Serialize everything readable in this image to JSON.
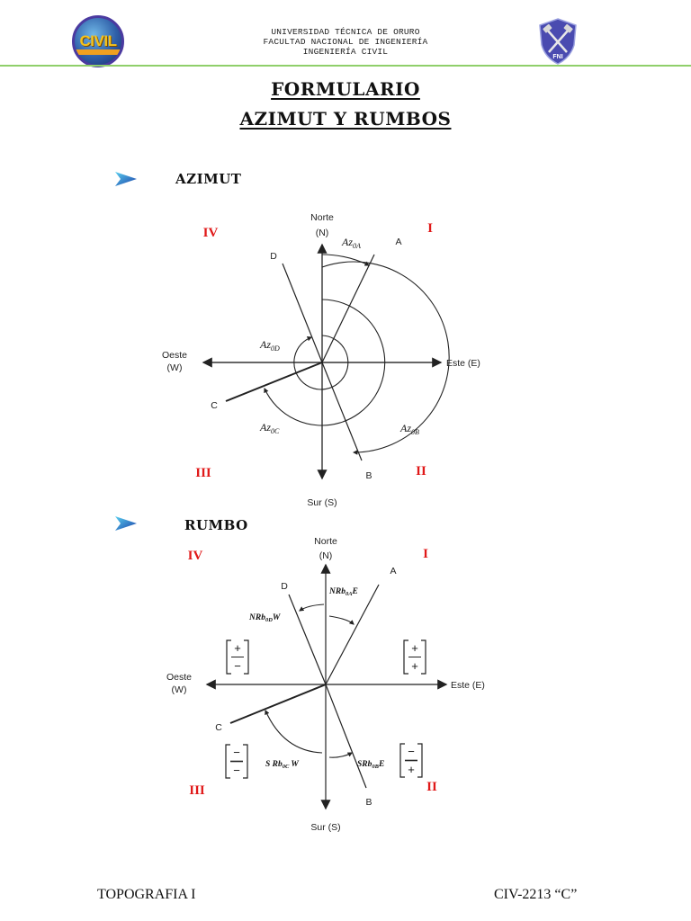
{
  "header": {
    "lines": [
      "UNIVERSIDAD TÉCNICA DE ORURO",
      "FACULTAD NACIONAL DE INGENIERÍA",
      "INGENIERÍA CIVIL"
    ],
    "left_logo": {
      "text": "CIVIL",
      "icon": "civil-logo-icon"
    },
    "right_logo": {
      "text": "FNI",
      "icon": "fni-shield-icon"
    },
    "line_color": "#8fcf6a"
  },
  "title": {
    "line1": "FORMULARIO",
    "line2": "AZIMUT Y RUMBOS"
  },
  "sections": {
    "azimut": {
      "heading": "AZIMUT",
      "bullet_icon": "arrow-bullet-icon",
      "diagram": {
        "north": "Norte",
        "north_abbr": "(N)",
        "south": "Sur (S)",
        "east": "Este (E)",
        "west": "Oeste",
        "west_abbr": "(W)",
        "points": [
          "A",
          "B",
          "C",
          "D"
        ],
        "quadrants": {
          "q1": "I",
          "q2": "II",
          "q3": "III",
          "q4": "IV"
        },
        "angles": {
          "a": {
            "base": "Az",
            "sub": "0A"
          },
          "b": {
            "base": "Az",
            "sub": "0B"
          },
          "c": {
            "base": "Az",
            "sub": "0C"
          },
          "d": {
            "base": "Az",
            "sub": "0D"
          }
        }
      }
    },
    "rumbo": {
      "heading": "RUMBO",
      "bullet_icon": "arrow-bullet-icon",
      "diagram": {
        "north": "Norte",
        "north_abbr": "(N)",
        "south": "Sur (S)",
        "east": "Este (E)",
        "west": "Oeste",
        "west_abbr": "(W)",
        "points": [
          "A",
          "B",
          "C",
          "D"
        ],
        "quadrants": {
          "q1": "I",
          "q2": "II",
          "q3": "III",
          "q4": "IV"
        },
        "angles": {
          "a": {
            "pre": "NRb",
            "sub": "0A",
            "post": "E"
          },
          "b": {
            "pre": "SRb",
            "sub": "0B",
            "post": "E"
          },
          "c": {
            "pre": "S Rb",
            "sub": "0C",
            "post": "W"
          },
          "d": {
            "pre": "NRb",
            "sub": "0D",
            "post": "W"
          }
        },
        "signs": {
          "q1": [
            "+",
            "+"
          ],
          "q2": [
            "−",
            "+"
          ],
          "q3": [
            "−",
            "−"
          ],
          "q4": [
            "+",
            "−"
          ]
        }
      }
    }
  },
  "footer": {
    "left": "TOPOGRAFIA I",
    "right": "CIV-2213 “C”"
  }
}
